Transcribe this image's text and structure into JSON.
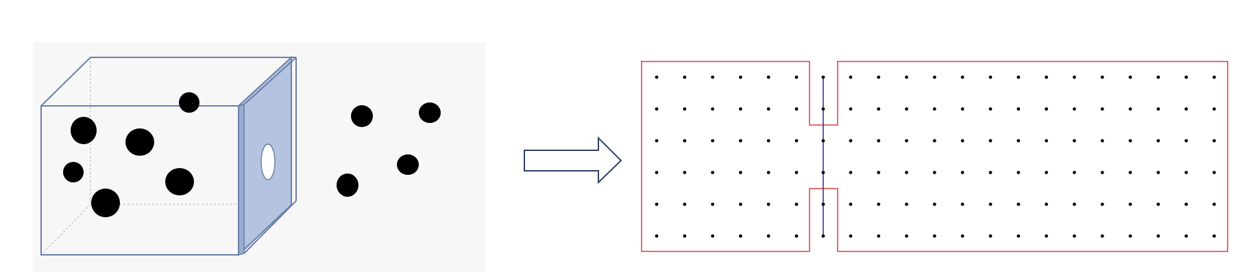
{
  "colors": {
    "background": "#ffffff",
    "box_panel_background": "#f7f7f7",
    "box_edge": "#6b7fa8",
    "box_hidden_edge": "#c9cbd1",
    "box_side_fill": "#b4c3df",
    "particle": "#000000",
    "arrow_stroke": "#2c3e66",
    "boundary": "#e03c3c",
    "grid_dot": "#000000",
    "membrane_line": "#1f2d8a"
  },
  "icons": {
    "left_scene": "box-with-particles-escaping-through-hole",
    "transition": "right-arrow",
    "right_scene": "lattice-domain-with-slit"
  },
  "box": {
    "inside_particle_count": 6,
    "escaped_particle_count": 4,
    "hole_count": 1
  },
  "lattice": {
    "rows": 6,
    "left_chamber_columns": 6,
    "right_chamber_columns": 14,
    "slit_column_dots": 6
  }
}
